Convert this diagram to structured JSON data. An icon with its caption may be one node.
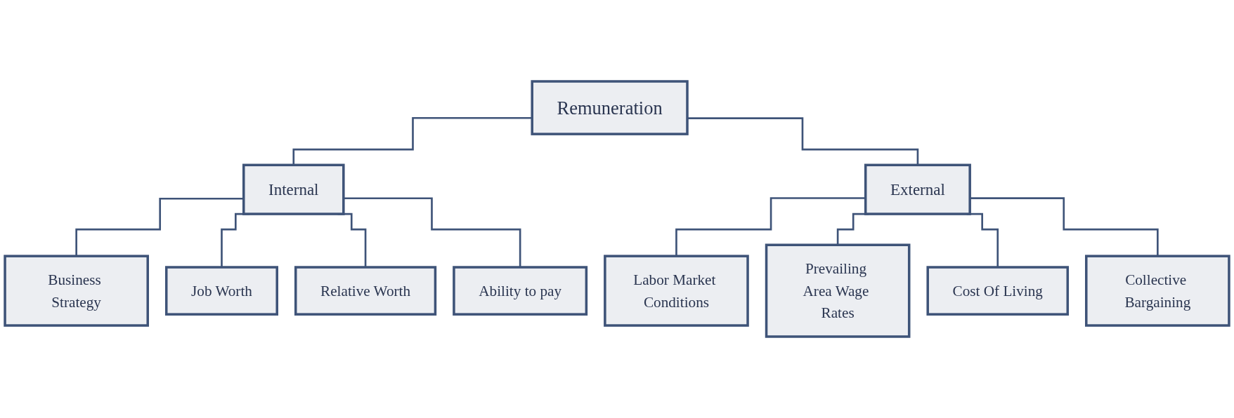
{
  "diagram": {
    "nodes": [
      {
        "text": [
          "Remuneration"
        ]
      },
      {
        "text": [
          "Internal"
        ]
      },
      {
        "text": [
          "External"
        ]
      },
      {
        "text": [
          "Business Strategy"
        ]
      },
      {
        "text": [
          "Job Worth"
        ]
      },
      {
        "text": [
          "Relative Worth"
        ]
      },
      {
        "text": [
          "Ability to pay"
        ]
      },
      {
        "text": [
          "Labor Market Conditions"
        ]
      },
      {
        "text": [
          "Prevailing Area Wage Rates"
        ]
      },
      {
        "text": [
          "Cost Of Living"
        ]
      },
      {
        "text": [
          "Collective Bargaining"
        ]
      }
    ],
    "edges": [
      {
        "from": 0,
        "to": 1,
        "arrow": "none"
      },
      {
        "from": 0,
        "to": 2,
        "arrow": "none"
      },
      {
        "from": 1,
        "to": 3,
        "arrow": "none"
      },
      {
        "from": 1,
        "to": 4,
        "arrow": "none"
      },
      {
        "from": 1,
        "to": 5,
        "arrow": "none"
      },
      {
        "from": 1,
        "to": 6,
        "arrow": "none"
      },
      {
        "from": 2,
        "to": 7,
        "arrow": "none"
      },
      {
        "from": 2,
        "to": 8,
        "arrow": "none"
      },
      {
        "from": 2,
        "to": 9,
        "arrow": "none"
      },
      {
        "from": 2,
        "to": 10,
        "arrow": "none"
      }
    ]
  }
}
